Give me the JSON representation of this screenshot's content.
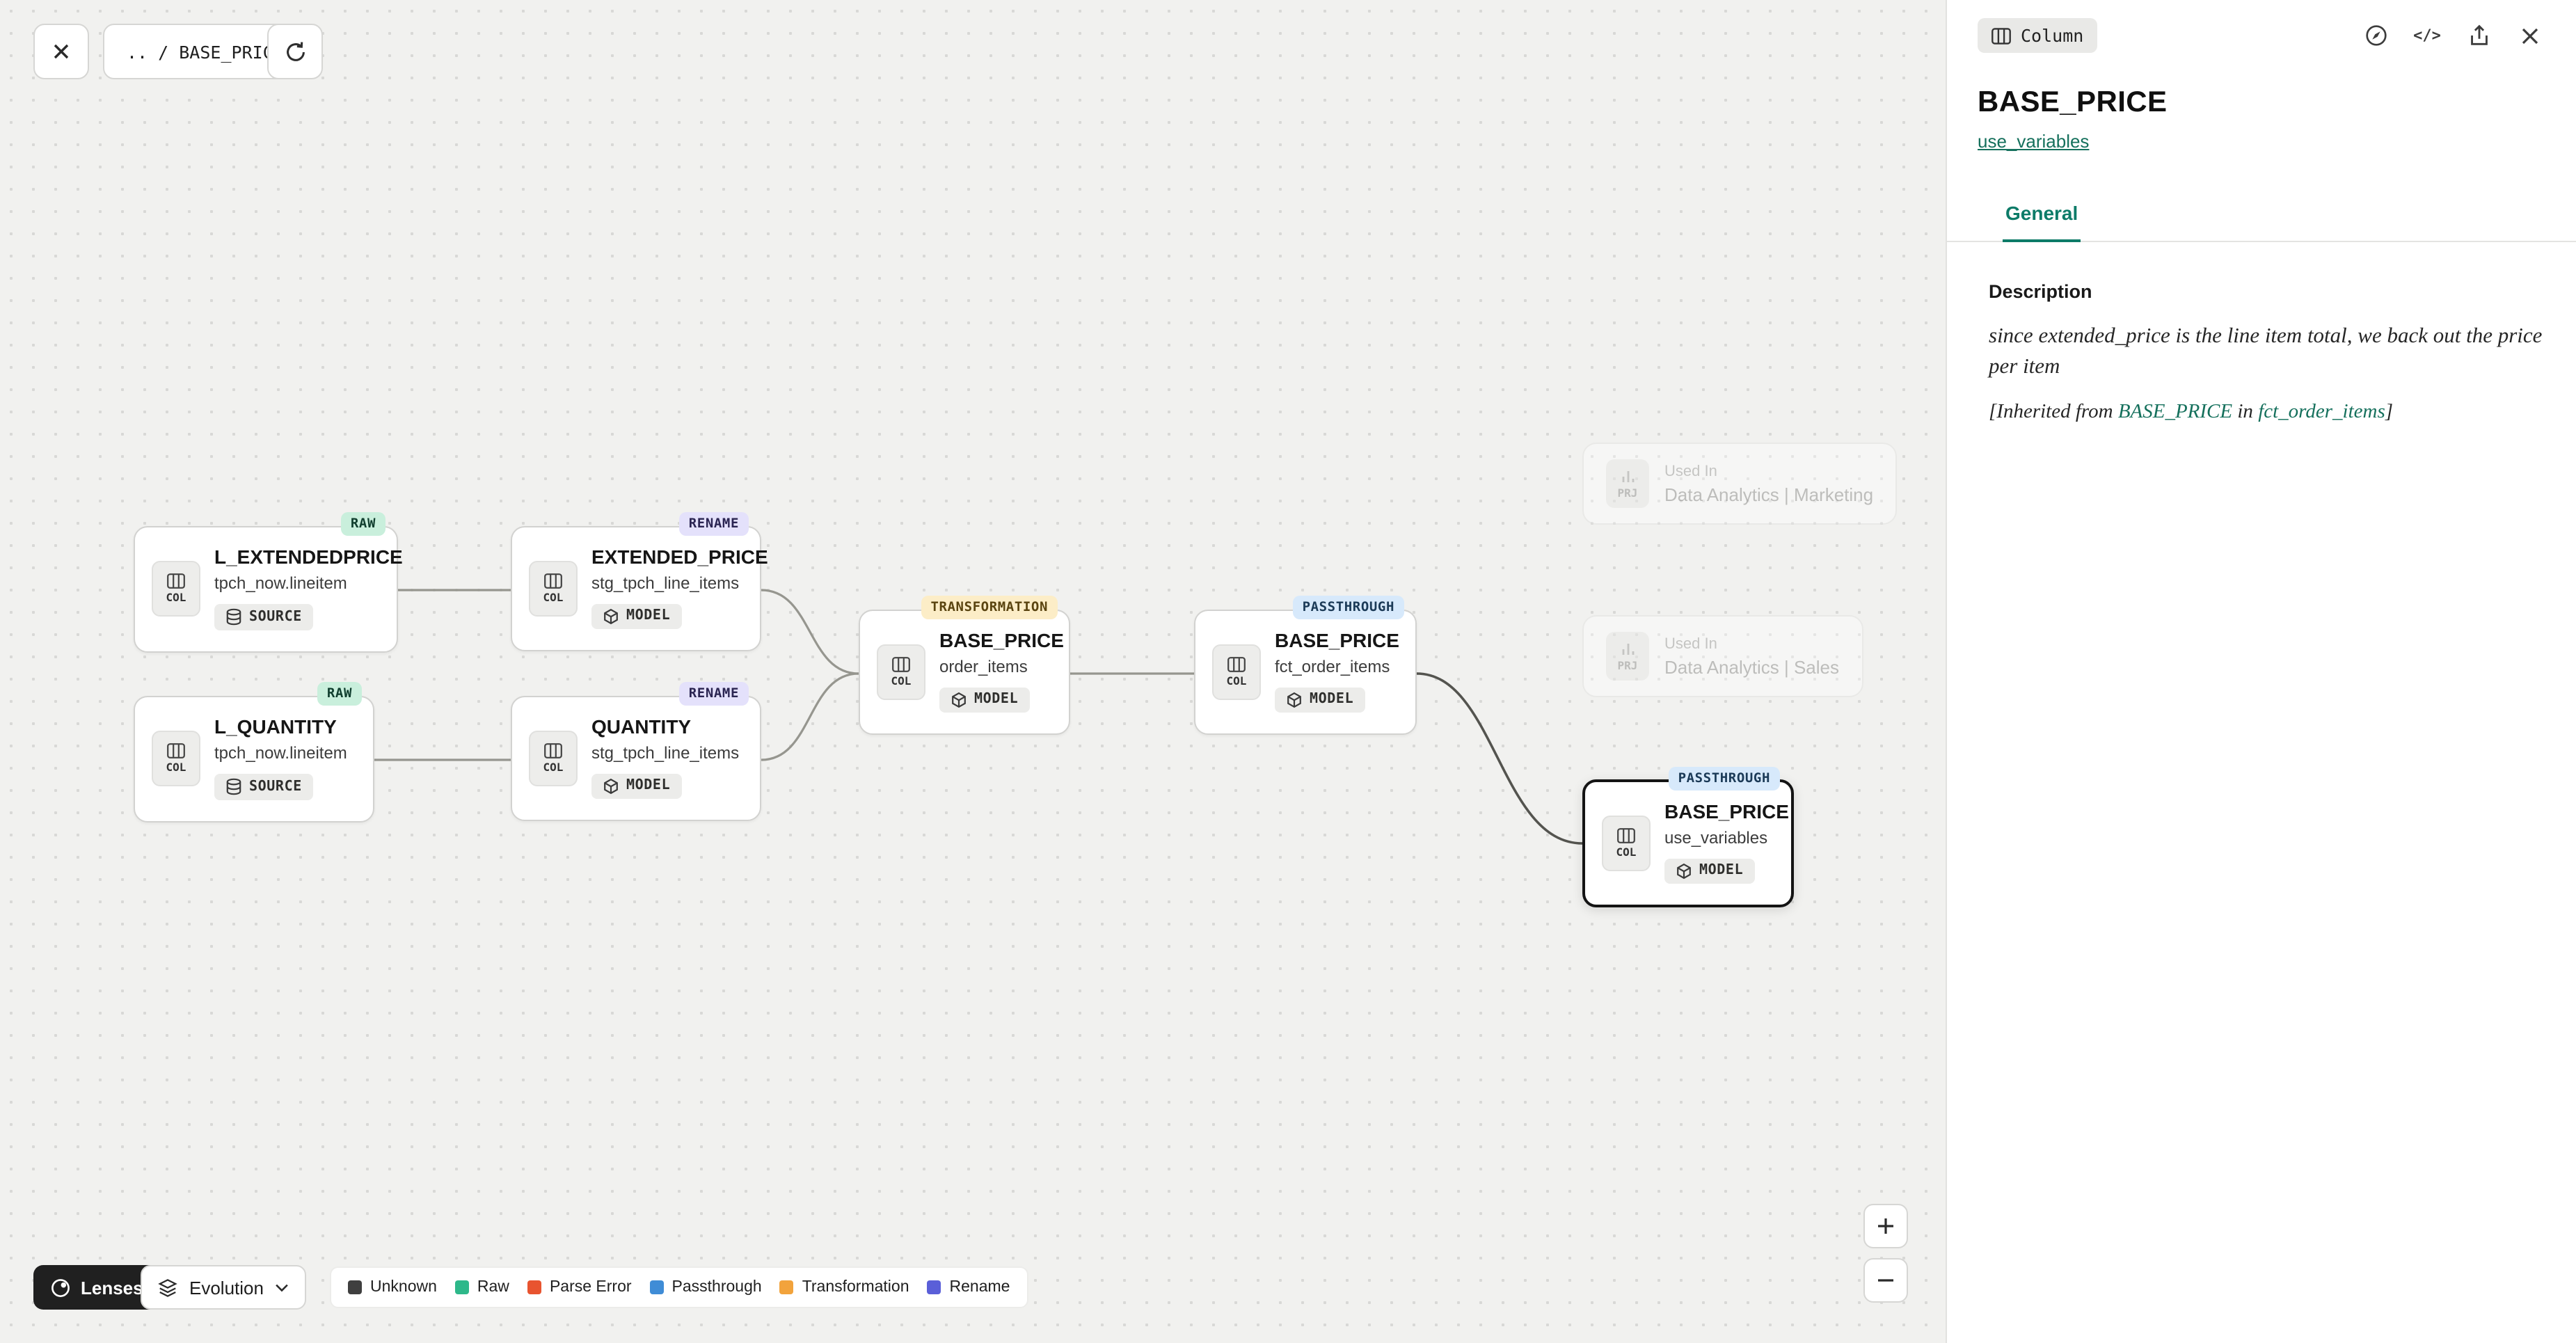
{
  "toolbar": {
    "breadcrumb": ".. / BASE_PRICE"
  },
  "nodes": [
    {
      "badge": "RAW",
      "title": "L_EXTENDEDPRICE",
      "subtitle": "tpch_now.lineitem",
      "chip": "SOURCE",
      "kind": "COL"
    },
    {
      "badge": "RENAME",
      "title": "EXTENDED_PRICE",
      "subtitle": "stg_tpch_line_items",
      "chip": "MODEL",
      "kind": "COL"
    },
    {
      "badge": "RAW",
      "title": "L_QUANTITY",
      "subtitle": "tpch_now.lineitem",
      "chip": "SOURCE",
      "kind": "COL"
    },
    {
      "badge": "RENAME",
      "title": "QUANTITY",
      "subtitle": "stg_tpch_line_items",
      "chip": "MODEL",
      "kind": "COL"
    },
    {
      "badge": "TRANSFORMATION",
      "title": "BASE_PRICE",
      "subtitle": "order_items",
      "chip": "MODEL",
      "kind": "COL"
    },
    {
      "badge": "PASSTHROUGH",
      "title": "BASE_PRICE",
      "subtitle": "fct_order_items",
      "chip": "MODEL",
      "kind": "COL"
    },
    {
      "badge": "PASSTHROUGH",
      "title": "BASE_PRICE",
      "subtitle": "use_variables",
      "chip": "MODEL",
      "kind": "COL",
      "selected": true
    }
  ],
  "used_in": [
    {
      "label": "Used In",
      "value": "Data Analytics | Marketing",
      "kind": "PRJ"
    },
    {
      "label": "Used In",
      "value": "Data Analytics | Sales",
      "kind": "PRJ"
    }
  ],
  "footer": {
    "lenses_label": "Lenses",
    "lens_name": "Evolution",
    "legend": [
      {
        "label": "Unknown",
        "color": "#3f3f3f"
      },
      {
        "label": "Raw",
        "color": "#2eb88a"
      },
      {
        "label": "Parse Error",
        "color": "#e8542f"
      },
      {
        "label": "Passthrough",
        "color": "#3f8cd6"
      },
      {
        "label": "Transformation",
        "color": "#f2a33c"
      },
      {
        "label": "Rename",
        "color": "#5a5fd8"
      }
    ]
  },
  "panel": {
    "type_chip": "Column",
    "title": "BASE_PRICE",
    "subtitle_link": "use_variables",
    "tabs": [
      {
        "label": "General",
        "active": true
      }
    ],
    "description_label": "Description",
    "description": "since extended_price is the line item total, we back out the price per item",
    "inherited_prefix": "[Inherited from ",
    "inherited_link1": "BASE_PRICE",
    "inherited_mid": " in ",
    "inherited_link2": "fct_order_items",
    "inherited_suffix": "]"
  },
  "icons": {
    "code_label": "</>",
    "names": [
      "close-icon",
      "refresh-icon",
      "lenses-icon",
      "layers-icon",
      "chevron-down-icon",
      "plus-icon",
      "minus-icon",
      "column-icon",
      "database-icon",
      "model-cube-icon",
      "project-icon",
      "lineage-explorer-icon",
      "code-icon",
      "export-icon"
    ]
  },
  "colors": {
    "accent_teal": "#0d7b68",
    "link": "#15705c",
    "badge_raw_bg": "#c9efdc",
    "badge_rename_bg": "#e4e1fb",
    "badge_transformation_bg": "#fcedc7",
    "badge_passthrough_bg": "#d7e9fb",
    "canvas_bg": "#f1f1ef",
    "selected_border": "#141414"
  }
}
